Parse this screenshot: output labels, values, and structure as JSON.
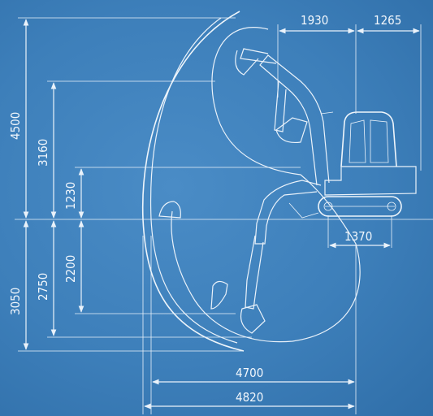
{
  "dimensions": {
    "top_horizontal": [
      "1930",
      "1265"
    ],
    "left_vertical": [
      "4500",
      "3160",
      "1230",
      "3050",
      "2750",
      "2200"
    ],
    "track_width": "1370",
    "bottom_horizontal": [
      "4700",
      "4820"
    ]
  },
  "colors": {
    "background": "#3d7fba",
    "line": "#eaf2fa"
  }
}
